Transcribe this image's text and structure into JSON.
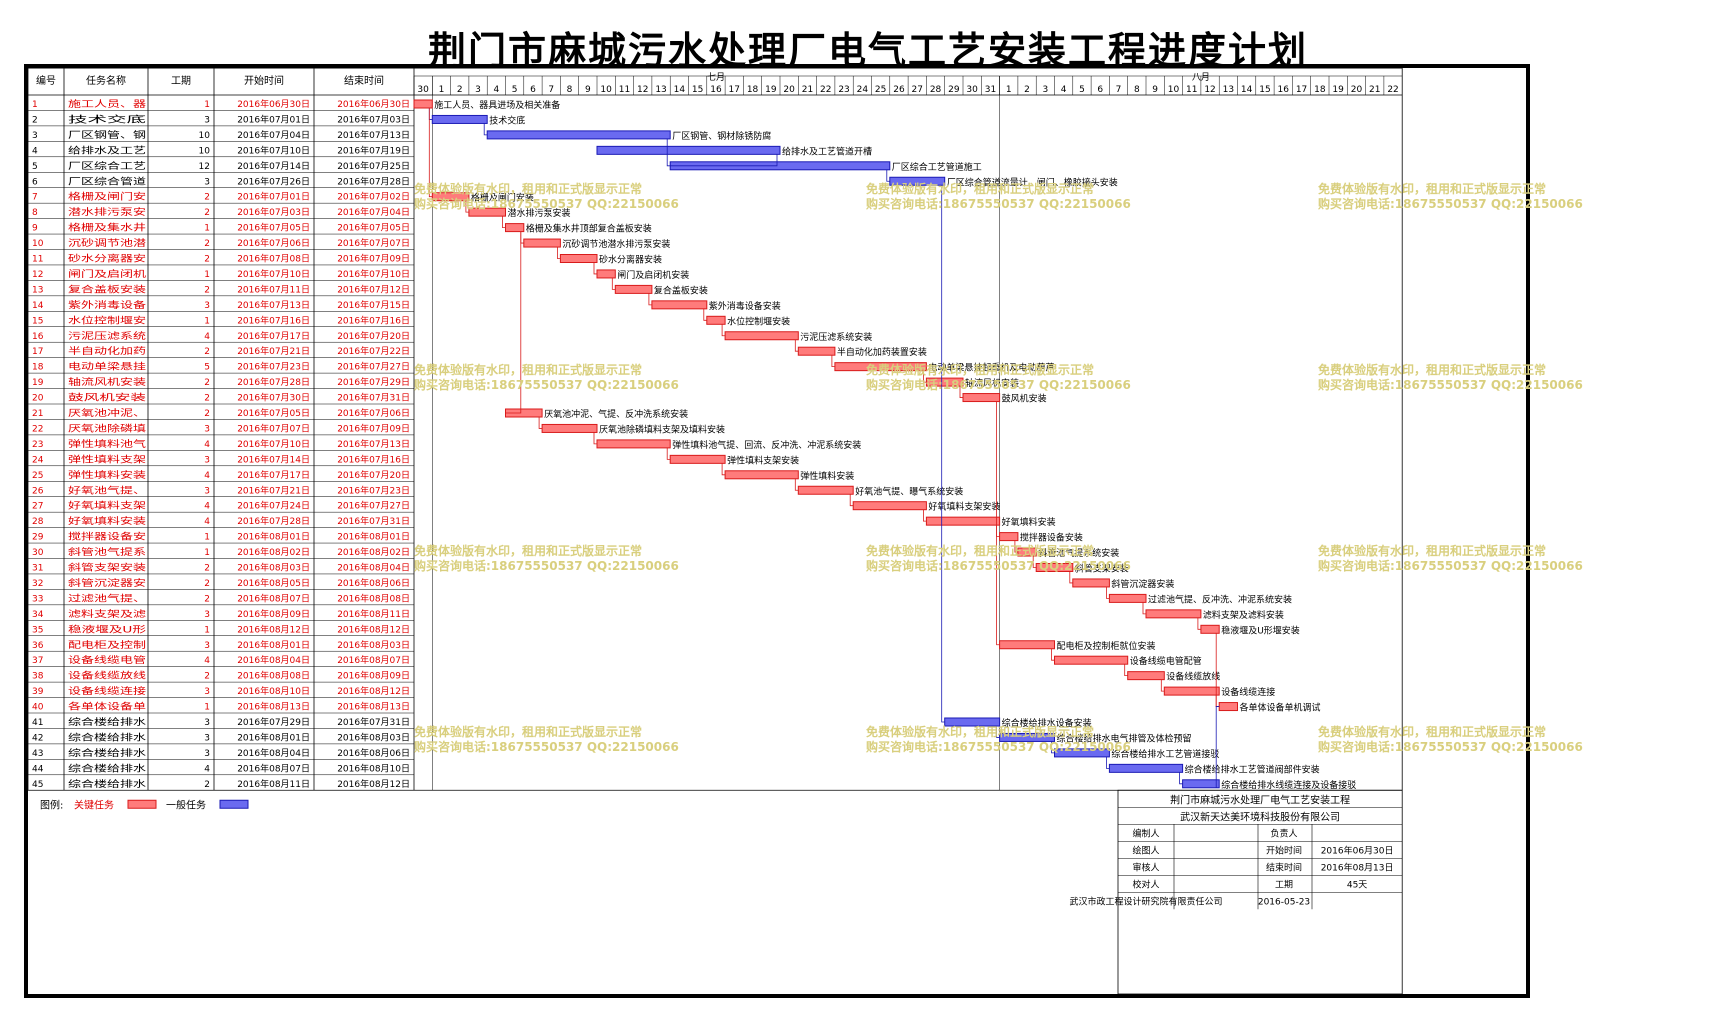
{
  "title": "荆门市麻城污水处理厂电气工艺安装工程进度计划",
  "headers": {
    "id": "编号",
    "name": "任务名称",
    "dur": "工期",
    "start": "开始时间",
    "end": "结束时间"
  },
  "months": [
    {
      "label": "七月",
      "days": 31
    },
    {
      "label": "八月",
      "days": 22
    }
  ],
  "colors": {
    "critical": "#ff7b7b",
    "critical_stroke": "#d81b1b",
    "normal": "#6a6af0",
    "normal_stroke": "#1a1ab4",
    "red_text": "#e00000"
  },
  "legend": {
    "label": "图例:",
    "critical": "关键任务",
    "normal": "一般任务"
  },
  "watermark": [
    "免费体验版有水印，租用和正式版显示正常",
    "购买咨询电话:18675550537 QQ:22150066"
  ],
  "info": {
    "project": "荆门市麻城污水处理厂电气工艺安装工程",
    "company": "武汉新天达美环境科技股份有限公司",
    "rows": [
      [
        "编制人",
        "",
        "负责人",
        ""
      ],
      [
        "绘图人",
        "",
        "开始时间",
        "2016年06月30日"
      ],
      [
        "审核人",
        "",
        "结束时间",
        "2016年08月13日"
      ],
      [
        "校对人",
        "",
        "工期",
        "45天"
      ],
      [
        "武汉市政工程设计研究院有限责任公司",
        "",
        "2016-05-23",
        ""
      ]
    ]
  },
  "chart_data": {
    "type": "gantt",
    "tasks": [
      {
        "id": "1",
        "name": "施工人员、器具进场及相关准备",
        "dur": 1,
        "start": "2016年06月30日",
        "end": "2016年06月30日",
        "critical": true
      },
      {
        "id": "2",
        "name": "技术交底",
        "dur": 3,
        "start": "2016年07月01日",
        "end": "2016年07月03日",
        "critical": false
      },
      {
        "id": "3",
        "name": "厂区钢管、钢材除锈防腐",
        "dur": 10,
        "start": "2016年07月04日",
        "end": "2016年07月13日",
        "critical": false
      },
      {
        "id": "4",
        "name": "给排水及工艺管道开槽",
        "dur": 10,
        "start": "2016年07月10日",
        "end": "2016年07月19日",
        "critical": false
      },
      {
        "id": "5",
        "name": "厂区综合工艺管道施工",
        "dur": 12,
        "start": "2016年07月14日",
        "end": "2016年07月25日",
        "critical": false
      },
      {
        "id": "6",
        "name": "厂区综合管道流量计、闸门、橡胶接头安装",
        "dur": 3,
        "start": "2016年07月26日",
        "end": "2016年07月28日",
        "critical": false
      },
      {
        "id": "7",
        "name": "格栅及闸门安装",
        "dur": 2,
        "start": "2016年07月01日",
        "end": "2016年07月02日",
        "critical": true
      },
      {
        "id": "8",
        "name": "潜水排污泵安装",
        "dur": 2,
        "start": "2016年07月03日",
        "end": "2016年07月04日",
        "critical": true
      },
      {
        "id": "9",
        "name": "格栅及集水井顶部复合盖板安装",
        "dur": 1,
        "start": "2016年07月05日",
        "end": "2016年07月05日",
        "critical": true
      },
      {
        "id": "10",
        "name": "沉砂调节池潜水排污泵安装",
        "dur": 2,
        "start": "2016年07月06日",
        "end": "2016年07月07日",
        "critical": true
      },
      {
        "id": "11",
        "name": "砂水分离器安装",
        "dur": 2,
        "start": "2016年07月08日",
        "end": "2016年07月09日",
        "critical": true
      },
      {
        "id": "12",
        "name": "闸门及启闭机安装",
        "dur": 1,
        "start": "2016年07月10日",
        "end": "2016年07月10日",
        "critical": true
      },
      {
        "id": "13",
        "name": "复合盖板安装",
        "dur": 2,
        "start": "2016年07月11日",
        "end": "2016年07月12日",
        "critical": true
      },
      {
        "id": "14",
        "name": "紫外消毒设备安装",
        "dur": 3,
        "start": "2016年07月13日",
        "end": "2016年07月15日",
        "critical": true
      },
      {
        "id": "15",
        "name": "水位控制堰安装",
        "dur": 1,
        "start": "2016年07月16日",
        "end": "2016年07月16日",
        "critical": true
      },
      {
        "id": "16",
        "name": "污泥压滤系统安装",
        "dur": 4,
        "start": "2016年07月17日",
        "end": "2016年07月20日",
        "critical": true
      },
      {
        "id": "17",
        "name": "半自动化加药装置安装",
        "dur": 2,
        "start": "2016年07月21日",
        "end": "2016年07月22日",
        "critical": true
      },
      {
        "id": "18",
        "name": "电动单梁悬挂起重机及电动葫芦",
        "dur": 5,
        "start": "2016年07月23日",
        "end": "2016年07月27日",
        "critical": true
      },
      {
        "id": "19",
        "name": "轴流风机安装",
        "dur": 2,
        "start": "2016年07月28日",
        "end": "2016年07月29日",
        "critical": true
      },
      {
        "id": "20",
        "name": "鼓风机安装",
        "dur": 2,
        "start": "2016年07月30日",
        "end": "2016年07月31日",
        "critical": true
      },
      {
        "id": "21",
        "name": "厌氧池冲泥、气提、反冲洗系统安装",
        "dur": 2,
        "start": "2016年07月05日",
        "end": "2016年07月06日",
        "critical": true
      },
      {
        "id": "22",
        "name": "厌氧池除磷填料支架及填料安装",
        "dur": 3,
        "start": "2016年07月07日",
        "end": "2016年07月09日",
        "critical": true
      },
      {
        "id": "23",
        "name": "弹性填料池气提、回流、反冲洗、冲泥系统安装",
        "dur": 4,
        "start": "2016年07月10日",
        "end": "2016年07月13日",
        "critical": true
      },
      {
        "id": "24",
        "name": "弹性填料支架安装",
        "dur": 3,
        "start": "2016年07月14日",
        "end": "2016年07月16日",
        "critical": true
      },
      {
        "id": "25",
        "name": "弹性填料安装",
        "dur": 4,
        "start": "2016年07月17日",
        "end": "2016年07月20日",
        "critical": true
      },
      {
        "id": "26",
        "name": "好氧池气提、曝气系统安装",
        "dur": 3,
        "start": "2016年07月21日",
        "end": "2016年07月23日",
        "critical": true
      },
      {
        "id": "27",
        "name": "好氧填料支架安装",
        "dur": 4,
        "start": "2016年07月24日",
        "end": "2016年07月27日",
        "critical": true
      },
      {
        "id": "28",
        "name": "好氧填料安装",
        "dur": 4,
        "start": "2016年07月28日",
        "end": "2016年07月31日",
        "critical": true
      },
      {
        "id": "29",
        "name": "搅拌器设备安装",
        "dur": 1,
        "start": "2016年08月01日",
        "end": "2016年08月01日",
        "critical": true
      },
      {
        "id": "30",
        "name": "斜管池气提系统安装",
        "dur": 1,
        "start": "2016年08月02日",
        "end": "2016年08月02日",
        "critical": true
      },
      {
        "id": "31",
        "name": "斜管支架安装",
        "dur": 2,
        "start": "2016年08月03日",
        "end": "2016年08月04日",
        "critical": true
      },
      {
        "id": "32",
        "name": "斜管沉淀器安装",
        "dur": 2,
        "start": "2016年08月05日",
        "end": "2016年08月06日",
        "critical": true
      },
      {
        "id": "33",
        "name": "过滤池气提、反冲洗、冲泥系统安装",
        "dur": 2,
        "start": "2016年08月07日",
        "end": "2016年08月08日",
        "critical": true
      },
      {
        "id": "34",
        "name": "滤料支架及滤料安装",
        "dur": 3,
        "start": "2016年08月09日",
        "end": "2016年08月11日",
        "critical": true
      },
      {
        "id": "35",
        "name": "稳液堰及U形堰安装",
        "dur": 1,
        "start": "2016年08月12日",
        "end": "2016年08月12日",
        "critical": true
      },
      {
        "id": "36",
        "name": "配电柜及控制柜就位安装",
        "dur": 3,
        "start": "2016年08月01日",
        "end": "2016年08月03日",
        "critical": true
      },
      {
        "id": "37",
        "name": "设备线缆电管配管",
        "dur": 4,
        "start": "2016年08月04日",
        "end": "2016年08月07日",
        "critical": true
      },
      {
        "id": "38",
        "name": "设备线缆放线",
        "dur": 2,
        "start": "2016年08月08日",
        "end": "2016年08月09日",
        "critical": true
      },
      {
        "id": "39",
        "name": "设备线缆连接",
        "dur": 3,
        "start": "2016年08月10日",
        "end": "2016年08月12日",
        "critical": true
      },
      {
        "id": "40",
        "name": "各单体设备单机调试",
        "dur": 1,
        "start": "2016年08月13日",
        "end": "2016年08月13日",
        "critical": true
      },
      {
        "id": "41",
        "name": "综合楼给排水设备安装",
        "dur": 3,
        "start": "2016年07月29日",
        "end": "2016年07月31日",
        "critical": false
      },
      {
        "id": "42",
        "name": "综合楼给排水电气排管及体检预留",
        "dur": 3,
        "start": "2016年08月01日",
        "end": "2016年08月03日",
        "critical": false
      },
      {
        "id": "43",
        "name": "综合楼给排水工艺管道接驳",
        "dur": 3,
        "start": "2016年08月04日",
        "end": "2016年08月06日",
        "critical": false
      },
      {
        "id": "44",
        "name": "综合楼给排水工艺管道阀部件安装",
        "dur": 4,
        "start": "2016年08月07日",
        "end": "2016年08月10日",
        "critical": false
      },
      {
        "id": "45",
        "name": "综合楼给排水线缆连接及设备接驳",
        "dur": 2,
        "start": "2016年08月11日",
        "end": "2016年08月12日",
        "critical": false
      }
    ],
    "links": [
      [
        1,
        2
      ],
      [
        2,
        3
      ],
      [
        3,
        5
      ],
      [
        4,
        5
      ],
      [
        5,
        6
      ],
      [
        6,
        41
      ],
      [
        1,
        7
      ],
      [
        7,
        8
      ],
      [
        8,
        9
      ],
      [
        9,
        10
      ],
      [
        10,
        11
      ],
      [
        11,
        12
      ],
      [
        12,
        13
      ],
      [
        13,
        14
      ],
      [
        14,
        15
      ],
      [
        15,
        16
      ],
      [
        16,
        17
      ],
      [
        17,
        18
      ],
      [
        18,
        19
      ],
      [
        19,
        20
      ],
      [
        9,
        21
      ],
      [
        21,
        22
      ],
      [
        22,
        23
      ],
      [
        23,
        24
      ],
      [
        24,
        25
      ],
      [
        25,
        26
      ],
      [
        26,
        27
      ],
      [
        27,
        28
      ],
      [
        28,
        29
      ],
      [
        29,
        30
      ],
      [
        30,
        31
      ],
      [
        31,
        32
      ],
      [
        32,
        33
      ],
      [
        33,
        34
      ],
      [
        34,
        35
      ],
      [
        20,
        36
      ],
      [
        36,
        37
      ],
      [
        37,
        38
      ],
      [
        38,
        39
      ],
      [
        39,
        40
      ],
      [
        35,
        40
      ],
      [
        41,
        42
      ],
      [
        42,
        43
      ],
      [
        43,
        44
      ],
      [
        44,
        45
      ],
      [
        45,
        40
      ]
    ]
  }
}
